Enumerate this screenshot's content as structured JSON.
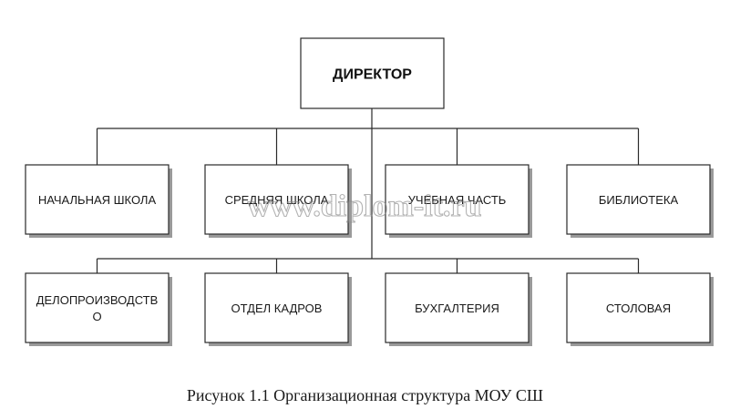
{
  "diagram": {
    "top": "ДИРЕКТОР",
    "row1": [
      "НАЧАЛЬНАЯ ШКОЛА",
      "СРЕДНЯЯ ШКОЛА",
      "УЧЕБНАЯ ЧАСТЬ",
      "БИБЛИОТЕКА"
    ],
    "row2": [
      [
        "ДЕЛОПРОИЗВОДСТВ",
        "О"
      ],
      [
        "ОТДЕЛ КАДРОВ"
      ],
      [
        "БУХГАЛТЕРИЯ"
      ],
      [
        "СТОЛОВАЯ"
      ]
    ]
  },
  "watermark": "www.diplom-it.ru",
  "caption": "Рисунок 1.1 Организационная структура МОУ СШ"
}
